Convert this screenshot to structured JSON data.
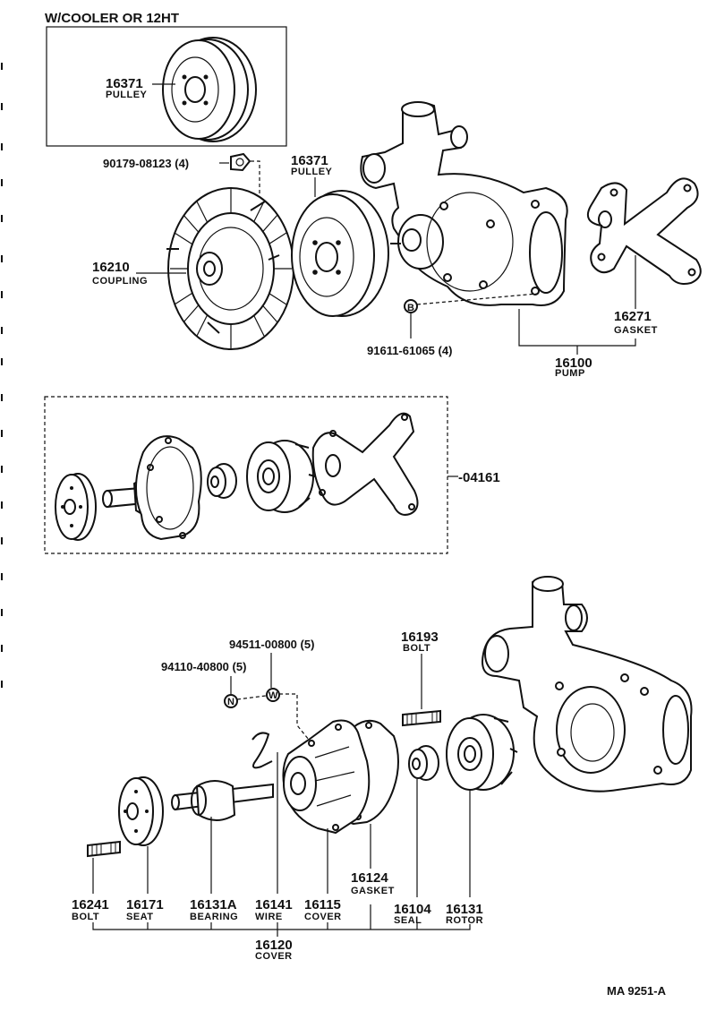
{
  "diagram": {
    "inset_title": "W/COOLER OR 12HT",
    "ref_code": "MA 9251-A",
    "kit_ref": "-04161",
    "fasteners": {
      "nut_top": "90179-08123 (4)",
      "bolt_b": "91611-61065 (4)",
      "marker_b": "B",
      "washer": "94511-00800 (5)",
      "nut_n": "94110-40800 (5)",
      "marker_w": "W",
      "marker_n": "N"
    },
    "parts": {
      "pulley_inset": {
        "number": "16371",
        "name": "PULLEY"
      },
      "pulley": {
        "number": "16371",
        "name": "PULLEY"
      },
      "coupling": {
        "number": "16210",
        "name": "COUPLING"
      },
      "gasket_top": {
        "number": "16271",
        "name": "GASKET"
      },
      "pump": {
        "number": "16100",
        "name": "PUMP"
      },
      "stud_bolt": {
        "number": "16193",
        "name": "BOLT"
      },
      "gasket_mid": {
        "number": "16124",
        "name": "GASKET"
      },
      "bolt": {
        "number": "16241",
        "name": "BOLT"
      },
      "seat": {
        "number": "16171",
        "name": "SEAT"
      },
      "bearing": {
        "number": "16131A",
        "name": "BEARING"
      },
      "wire": {
        "number": "16141",
        "name": "WIRE"
      },
      "cover_inner": {
        "number": "16115",
        "name": "COVER"
      },
      "seal": {
        "number": "16104",
        "name": "SEAL"
      },
      "rotor": {
        "number": "16131",
        "name": "ROTOR"
      },
      "cover_assy": {
        "number": "16120",
        "name": "COVER"
      }
    }
  }
}
